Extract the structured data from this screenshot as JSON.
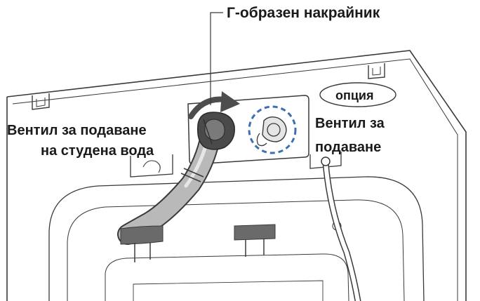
{
  "labels": {
    "elbow": "Г-образен накрайник",
    "option": "опция",
    "cold_valve_line1": "Вентил за подаване",
    "cold_valve_line2": "на студена вода",
    "valve_line1": "Вентил за",
    "valve_line2": "подаване"
  },
  "colors": {
    "outline": "#3a3a3a",
    "hose_fill": "#b9b9b9",
    "valve_dark": "#4a4a4a",
    "arrow": "#4d4d4d",
    "highlight_dashed": "#3d6fb0",
    "plug": "#6a6a6a"
  },
  "icons": {
    "rotation": "curved-arrow-icon",
    "elbow_fitting": "elbow-fitting-icon",
    "faucet": "faucet-icon"
  }
}
